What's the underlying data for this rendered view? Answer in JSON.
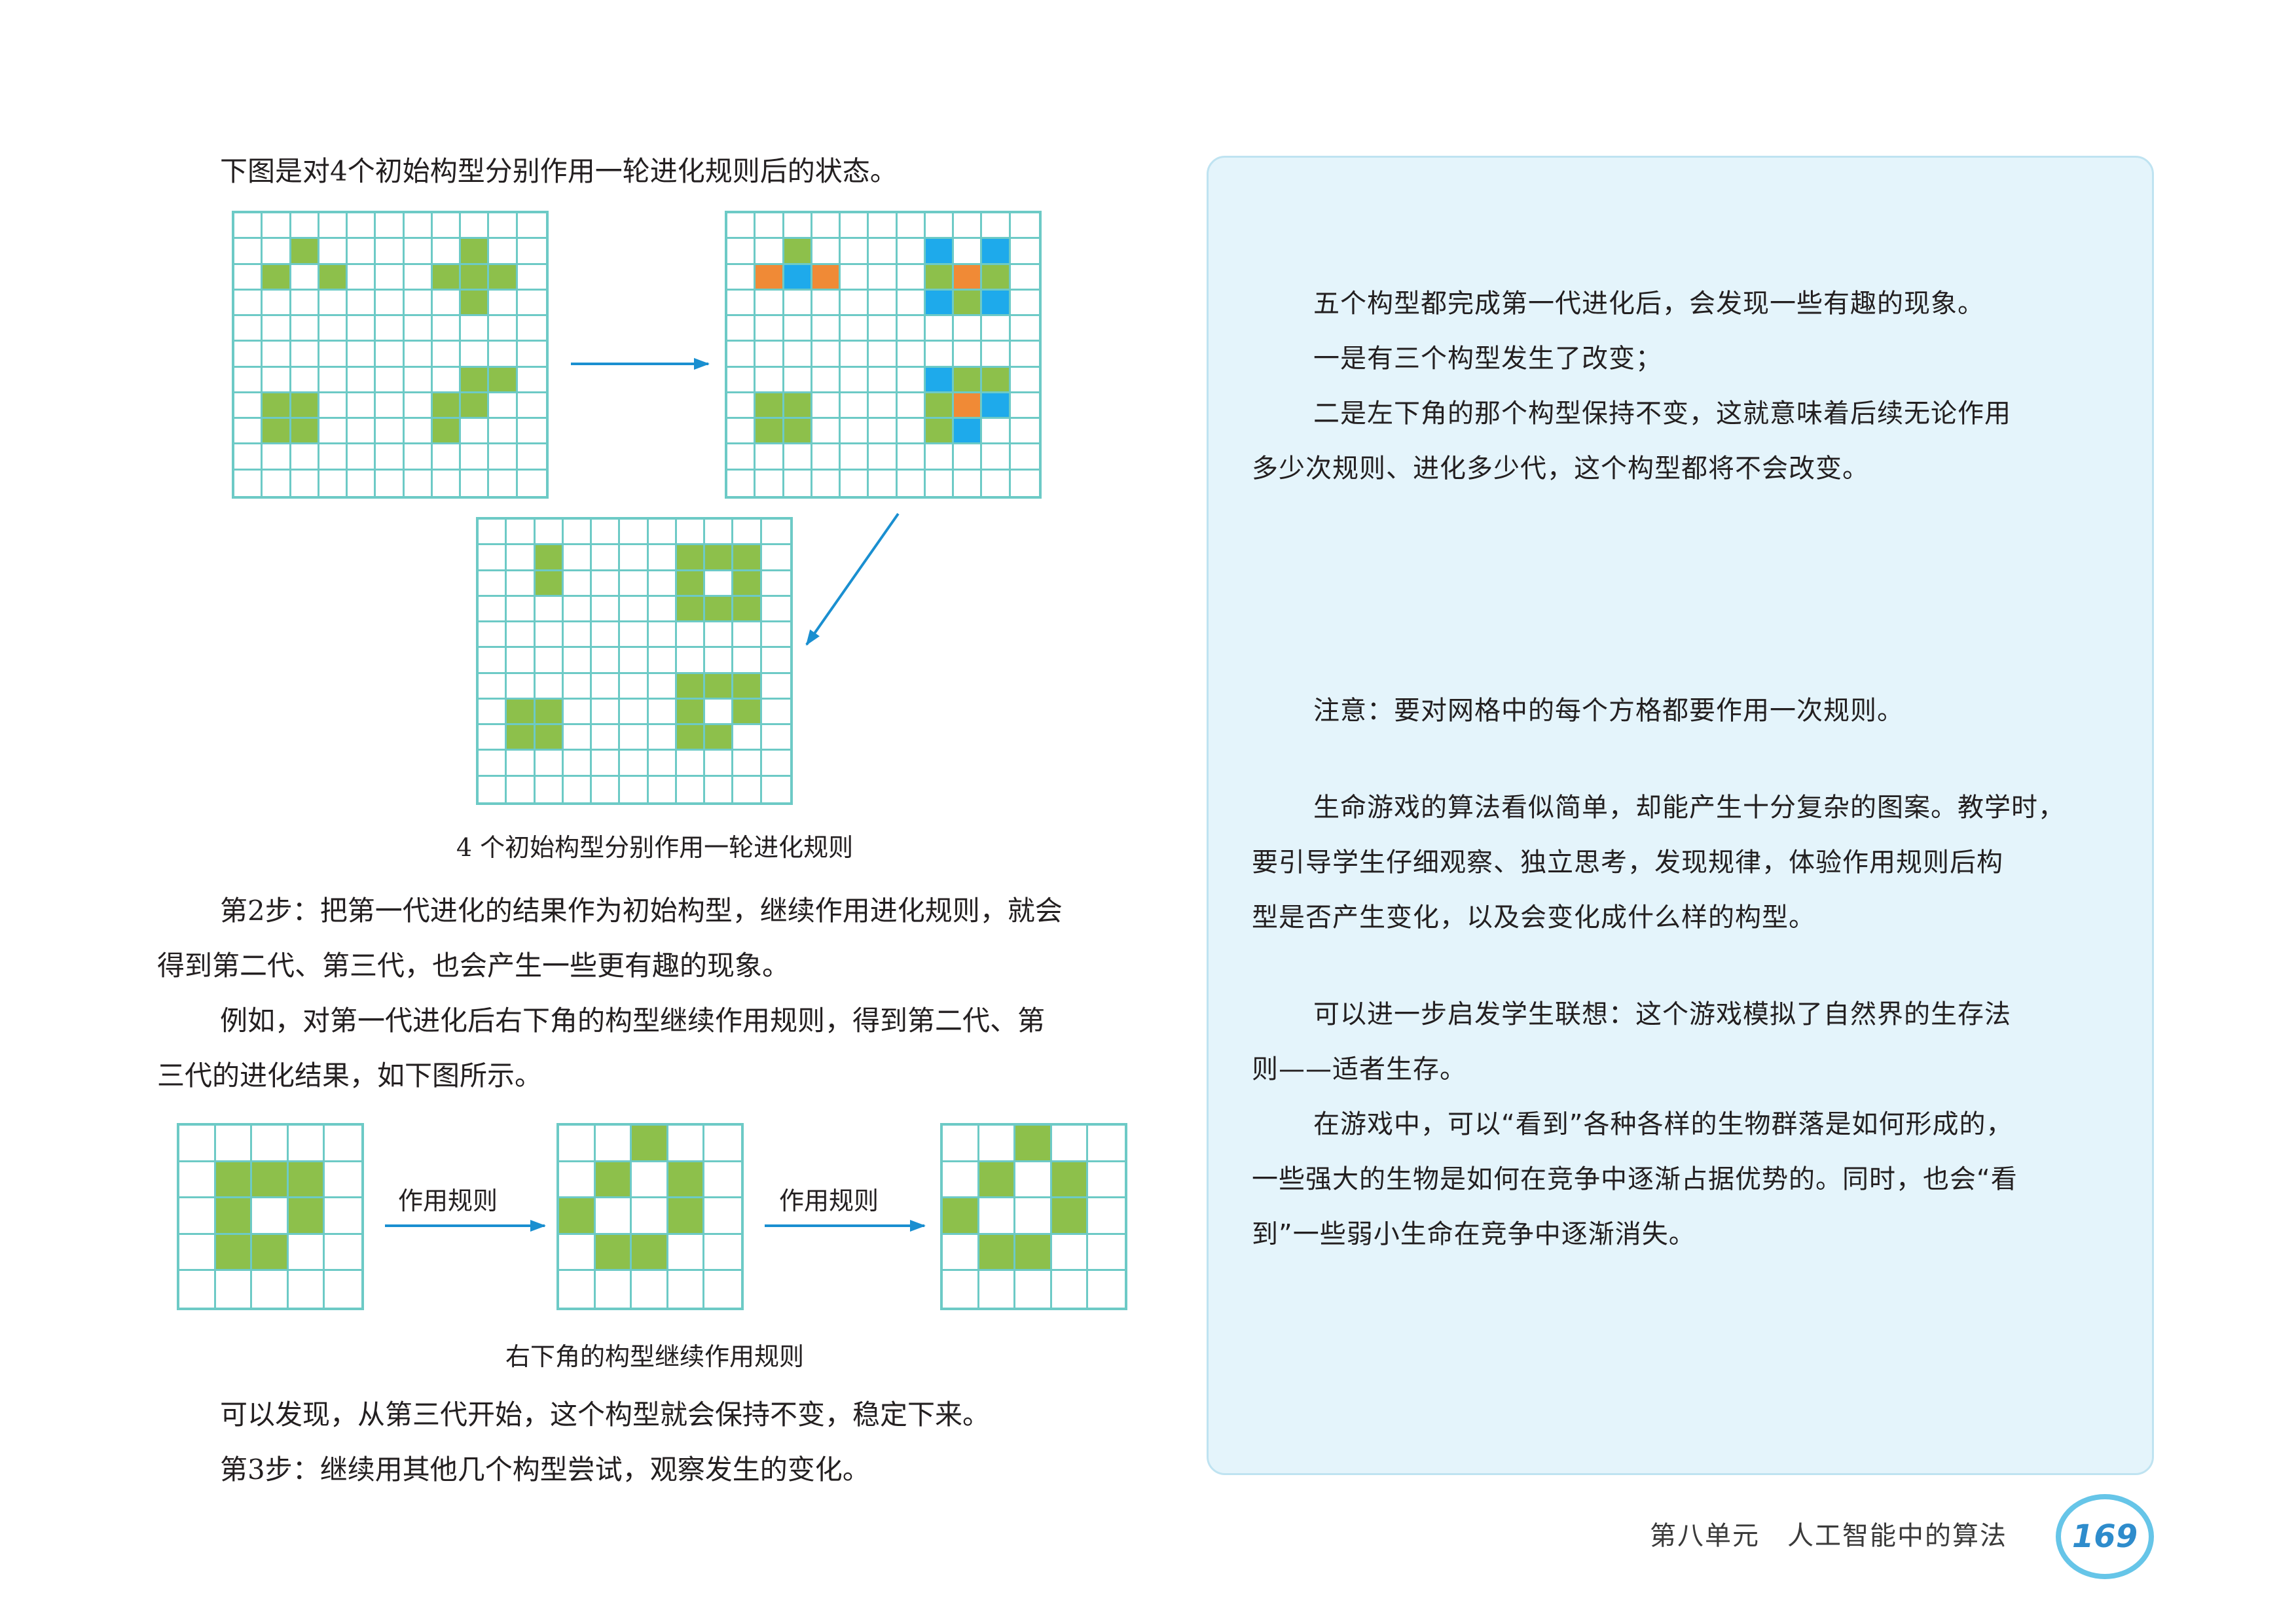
{
  "left": {
    "intro": "下图是对4个初始构型分别作用一轮进化规则后的状态。",
    "figure1_caption": "4 个初始构型分别作用一轮进化规则",
    "step2_line1": "第2步：把第一代进化的结果作为初始构型，继续作用进化规则，就会",
    "step2_line2": "得到第二代、第三代，也会产生一些更有趣的现象。",
    "example_line1": "例如，对第一代进化后右下角的构型继续作用规则，得到第二代、第",
    "example_line2": "三代的进化结果，如下图所示。",
    "arrow_label_1": "作用规则",
    "arrow_label_2": "作用规则",
    "figure2_caption": "右下角的构型继续作用规则",
    "conclusion": "可以发现，从第三代开始，这个构型就会保持不变，稳定下来。",
    "step3": "第3步：继续用其他几个构型尝试，观察发生的变化。"
  },
  "notes": {
    "l1": "五个构型都完成第一代进化后，会发现一些有趣的现象。",
    "l2": "一是有三个构型发生了改变；",
    "l3": "二是左下角的那个构型保持不变，这就意味着后续无论作用",
    "l4": "多少次规则、进化多少代，这个构型都将不会改变。",
    "l5": "注意：要对网格中的每个方格都要作用一次规则。",
    "l6": "生命游戏的算法看似简单，却能产生十分复杂的图案。教学时，",
    "l7": "要引导学生仔细观察、独立思考，发现规律，体验作用规则后构",
    "l8": "型是否产生变化，以及会变化成什么样的构型。",
    "l9": "可以进一步启发学生联想：这个游戏模拟了自然界的生存法",
    "l10": "则——适者生存。",
    "l11": "在游戏中，可以“看到”各种各样的生物群落是如何形成的，",
    "l12": "一些强大的生物是如何在竞争中逐渐占据优势的。同时，也会“看",
    "l13": "到”一些弱小生命在竞争中逐渐消失。"
  },
  "footer": {
    "unit": "第八单元　人工智能中的算法",
    "page_number": "169"
  },
  "colors": {
    "grid_line": "#6dcac6",
    "live_cell": "#8dc04b",
    "birth_cell": "#f08a36",
    "death_cell": "#1eaaeb",
    "arrow": "#1a8fd0",
    "note_bg": "#e4f4fb"
  },
  "grids": {
    "initial": {
      "size": 11,
      "green": [
        [
          1,
          2
        ],
        [
          2,
          1
        ],
        [
          2,
          3
        ],
        [
          1,
          8
        ],
        [
          2,
          7
        ],
        [
          2,
          8
        ],
        [
          2,
          9
        ],
        [
          3,
          8
        ],
        [
          6,
          8
        ],
        [
          6,
          9
        ],
        [
          7,
          7
        ],
        [
          7,
          8
        ],
        [
          8,
          7
        ],
        [
          7,
          1
        ],
        [
          7,
          2
        ],
        [
          8,
          1
        ],
        [
          8,
          2
        ]
      ],
      "orange": [],
      "blue": []
    },
    "transition": {
      "size": 11,
      "green": [
        [
          1,
          2
        ],
        [
          1,
          9
        ],
        [
          2,
          7
        ],
        [
          2,
          9
        ],
        [
          3,
          8
        ],
        [
          6,
          8
        ],
        [
          6,
          9
        ],
        [
          7,
          7
        ],
        [
          8,
          7
        ],
        [
          7,
          1
        ],
        [
          7,
          2
        ],
        [
          8,
          1
        ],
        [
          8,
          2
        ]
      ],
      "orange": [
        [
          2,
          1
        ],
        [
          2,
          3
        ],
        [
          2,
          8
        ],
        [
          7,
          8
        ]
      ],
      "blue": [
        [
          1,
          7
        ],
        [
          1,
          9
        ],
        [
          2,
          2
        ],
        [
          3,
          7
        ],
        [
          3,
          9
        ],
        [
          6,
          7
        ],
        [
          7,
          9
        ],
        [
          8,
          8
        ]
      ]
    },
    "gen1": {
      "size": 11,
      "green": [
        [
          1,
          2
        ],
        [
          2,
          2
        ],
        [
          1,
          7
        ],
        [
          1,
          8
        ],
        [
          1,
          9
        ],
        [
          2,
          7
        ],
        [
          2,
          9
        ],
        [
          3,
          7
        ],
        [
          3,
          8
        ],
        [
          3,
          9
        ],
        [
          6,
          7
        ],
        [
          6,
          8
        ],
        [
          6,
          9
        ],
        [
          7,
          7
        ],
        [
          7,
          9
        ],
        [
          8,
          7
        ],
        [
          8,
          8
        ],
        [
          7,
          1
        ],
        [
          7,
          2
        ],
        [
          8,
          1
        ],
        [
          8,
          2
        ]
      ],
      "orange": [],
      "blue": []
    },
    "seq1": {
      "size": 5,
      "green": [
        [
          1,
          1
        ],
        [
          1,
          2
        ],
        [
          1,
          3
        ],
        [
          2,
          1
        ],
        [
          2,
          3
        ],
        [
          3,
          1
        ],
        [
          3,
          2
        ]
      ],
      "orange": [],
      "blue": []
    },
    "seq2": {
      "size": 5,
      "green": [
        [
          0,
          2
        ],
        [
          1,
          1
        ],
        [
          1,
          3
        ],
        [
          2,
          0
        ],
        [
          2,
          3
        ],
        [
          3,
          1
        ],
        [
          3,
          2
        ]
      ],
      "orange": [],
      "blue": []
    },
    "seq3": {
      "size": 5,
      "green": [
        [
          0,
          2
        ],
        [
          1,
          1
        ],
        [
          1,
          3
        ],
        [
          2,
          0
        ],
        [
          2,
          3
        ],
        [
          3,
          1
        ],
        [
          3,
          2
        ]
      ],
      "orange": [],
      "blue": []
    }
  }
}
